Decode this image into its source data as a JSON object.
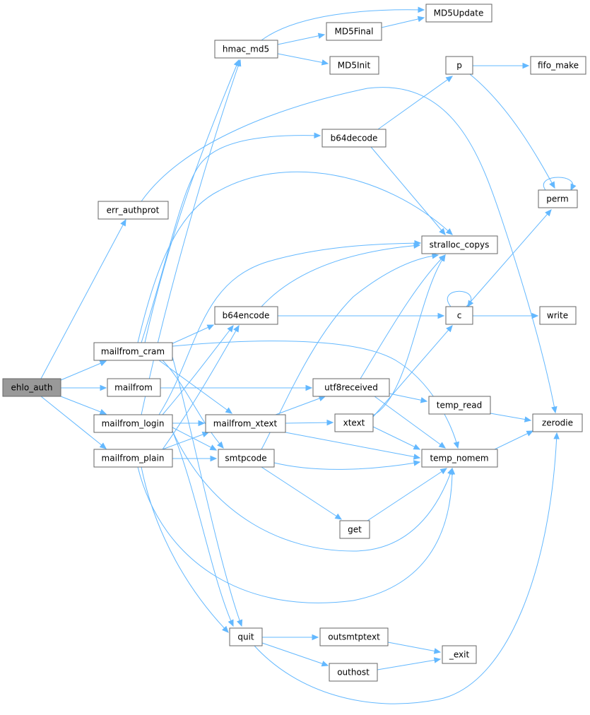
{
  "diagram": {
    "edge_color": "#63b8ff",
    "node_fill": "#ffffff",
    "node_border": "#666666",
    "root_fill": "#999999",
    "nodes": {
      "ehlo_auth": "ehlo_auth",
      "err_authprot": "err_authprot",
      "mailfrom_cram": "mailfrom_cram",
      "mailfrom": "mailfrom",
      "mailfrom_login": "mailfrom_login",
      "mailfrom_plain": "mailfrom_plain",
      "hmac_md5": "hmac_md5",
      "b64encode": "b64encode",
      "mailfrom_xtext": "mailfrom_xtext",
      "smtpcode": "smtpcode",
      "quit": "quit",
      "MD5Update": "MD5Update",
      "MD5Final": "MD5Final",
      "MD5Init": "MD5Init",
      "b64decode": "b64decode",
      "stralloc_copys": "stralloc_copys",
      "utf8received": "utf8received",
      "xtext": "xtext",
      "get": "get",
      "outsmtptext": "outsmtptext",
      "outhost": "outhost",
      "p": "p",
      "c": "c",
      "temp_read": "temp_read",
      "temp_nomem": "temp_nomem",
      "_exit": "_exit",
      "fifo_make": "fifo_make",
      "perm": "perm",
      "write": "write",
      "zerodie": "zerodie"
    },
    "edges": [
      [
        "ehlo_auth",
        "err_authprot"
      ],
      [
        "ehlo_auth",
        "mailfrom_cram"
      ],
      [
        "ehlo_auth",
        "mailfrom"
      ],
      [
        "ehlo_auth",
        "mailfrom_login"
      ],
      [
        "ehlo_auth",
        "mailfrom_plain"
      ],
      [
        "err_authprot",
        "zerodie"
      ],
      [
        "mailfrom_cram",
        "hmac_md5"
      ],
      [
        "mailfrom_cram",
        "b64decode"
      ],
      [
        "mailfrom_cram",
        "stralloc_copys"
      ],
      [
        "mailfrom_cram",
        "b64encode"
      ],
      [
        "mailfrom_cram",
        "mailfrom_xtext"
      ],
      [
        "mailfrom_cram",
        "smtpcode"
      ],
      [
        "mailfrom_cram",
        "quit"
      ],
      [
        "mailfrom_cram",
        "temp_nomem"
      ],
      [
        "mailfrom",
        "utf8received"
      ],
      [
        "mailfrom_login",
        "hmac_md5"
      ],
      [
        "mailfrom_login",
        "b64encode"
      ],
      [
        "mailfrom_login",
        "mailfrom_xtext"
      ],
      [
        "mailfrom_login",
        "smtpcode"
      ],
      [
        "mailfrom_login",
        "quit"
      ],
      [
        "mailfrom_login",
        "stralloc_copys"
      ],
      [
        "mailfrom_login",
        "temp_nomem"
      ],
      [
        "mailfrom_plain",
        "b64encode"
      ],
      [
        "mailfrom_plain",
        "mailfrom_xtext"
      ],
      [
        "mailfrom_plain",
        "smtpcode"
      ],
      [
        "mailfrom_plain",
        "quit"
      ],
      [
        "mailfrom_plain",
        "temp_nomem"
      ],
      [
        "hmac_md5",
        "MD5Update"
      ],
      [
        "hmac_md5",
        "MD5Final"
      ],
      [
        "hmac_md5",
        "MD5Init"
      ],
      [
        "MD5Final",
        "MD5Update"
      ],
      [
        "b64decode",
        "p"
      ],
      [
        "b64decode",
        "stralloc_copys"
      ],
      [
        "b64encode",
        "stralloc_copys"
      ],
      [
        "b64encode",
        "c"
      ],
      [
        "mailfrom_xtext",
        "utf8received"
      ],
      [
        "mailfrom_xtext",
        "xtext"
      ],
      [
        "mailfrom_xtext",
        "temp_nomem"
      ],
      [
        "smtpcode",
        "stralloc_copys"
      ],
      [
        "smtpcode",
        "get"
      ],
      [
        "smtpcode",
        "temp_nomem"
      ],
      [
        "quit",
        "outsmtptext"
      ],
      [
        "quit",
        "outhost"
      ],
      [
        "quit",
        "zerodie"
      ],
      [
        "utf8received",
        "stralloc_copys"
      ],
      [
        "utf8received",
        "temp_read"
      ],
      [
        "utf8received",
        "temp_nomem"
      ],
      [
        "xtext",
        "stralloc_copys"
      ],
      [
        "xtext",
        "c"
      ],
      [
        "xtext",
        "temp_nomem"
      ],
      [
        "get",
        "temp_nomem"
      ],
      [
        "outsmtptext",
        "_exit"
      ],
      [
        "outhost",
        "_exit"
      ],
      [
        "p",
        "fifo_make"
      ],
      [
        "p",
        "perm"
      ],
      [
        "perm",
        "perm"
      ],
      [
        "c",
        "c"
      ],
      [
        "c",
        "perm"
      ],
      [
        "c",
        "write"
      ],
      [
        "temp_read",
        "zerodie"
      ],
      [
        "temp_nomem",
        "zerodie"
      ]
    ]
  }
}
